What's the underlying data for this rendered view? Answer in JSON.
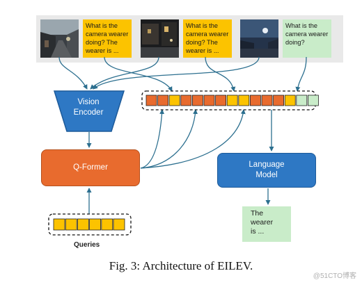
{
  "inputs": {
    "prompts": [
      {
        "lines": [
          "What is the",
          "camera wearer",
          "doing? The",
          "wearer is ..."
        ],
        "color": "#fcc300"
      },
      {
        "lines": [
          "What is the",
          "camera wearer",
          "doing? The",
          "wearer is ..."
        ],
        "color": "#fcc300"
      },
      {
        "lines": [
          "What is the",
          "camera wearer",
          "doing?"
        ],
        "color": "#c9ecc9"
      }
    ]
  },
  "vision_encoder": {
    "line1": "Vision",
    "line2": "Encoder"
  },
  "qformer": {
    "label": "Q-Former"
  },
  "language_model": {
    "line1": "Language",
    "line2": "Model"
  },
  "output": {
    "lines": [
      "The",
      "wearer",
      "is ..."
    ]
  },
  "queries": {
    "label": "Queries",
    "count": 6
  },
  "sequence": {
    "tokens": [
      "orange",
      "orange",
      "yellow",
      "orange",
      "orange",
      "orange",
      "orange",
      "yellow",
      "yellow",
      "orange",
      "orange",
      "orange",
      "yellow",
      "green",
      "green"
    ]
  },
  "colors": {
    "orange": "#e86b2e",
    "yellow": "#fcc300",
    "green": "#c9ecc9",
    "blue": "#2e78c4",
    "arrow": "#2c6f8f"
  },
  "caption": "Fig. 3: Architecture of EILEV.",
  "watermark": "@51CTO博客"
}
